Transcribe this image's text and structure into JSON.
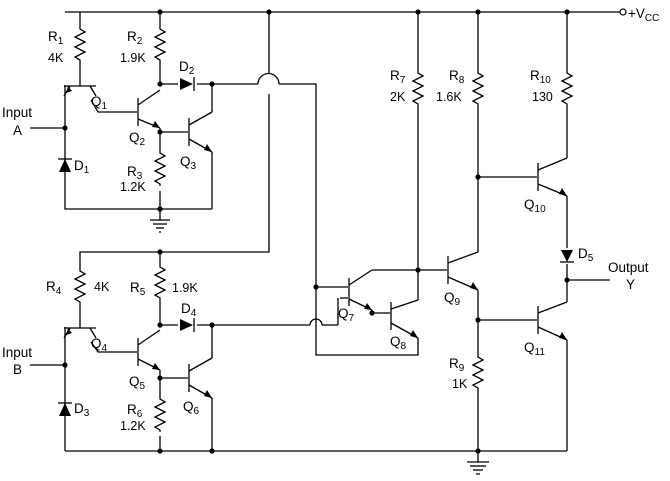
{
  "supply": {
    "label": "+V",
    "sub": "CC"
  },
  "inputs": {
    "a": {
      "line1": "Input",
      "line2": "A"
    },
    "b": {
      "line1": "Input",
      "line2": "B"
    }
  },
  "output": {
    "line1": "Output",
    "line2": "Y"
  },
  "resistors": {
    "r1": {
      "name": "R",
      "num": "1",
      "value": "4K"
    },
    "r2": {
      "name": "R",
      "num": "2",
      "value": "1.9K"
    },
    "r3": {
      "name": "R",
      "num": "3",
      "value": "1.2K"
    },
    "r4": {
      "name": "R",
      "num": "4",
      "value": "4K"
    },
    "r5": {
      "name": "R",
      "num": "5",
      "value": "1.9K"
    },
    "r6": {
      "name": "R",
      "num": "6",
      "value": "1.2K"
    },
    "r7": {
      "name": "R",
      "num": "7",
      "value": "2K"
    },
    "r8": {
      "name": "R",
      "num": "8",
      "value": "1.6K"
    },
    "r9": {
      "name": "R",
      "num": "9",
      "value": "1K"
    },
    "r10": {
      "name": "R",
      "num": "10",
      "value": "130"
    }
  },
  "transistors": {
    "q1": {
      "name": "Q",
      "num": "1"
    },
    "q2": {
      "name": "Q",
      "num": "2"
    },
    "q3": {
      "name": "Q",
      "num": "3"
    },
    "q4": {
      "name": "Q",
      "num": "4"
    },
    "q5": {
      "name": "Q",
      "num": "5"
    },
    "q6": {
      "name": "Q",
      "num": "6"
    },
    "q7": {
      "name": "Q",
      "num": "7"
    },
    "q8": {
      "name": "Q",
      "num": "8"
    },
    "q9": {
      "name": "Q",
      "num": "9"
    },
    "q10": {
      "name": "Q",
      "num": "10"
    },
    "q11": {
      "name": "Q",
      "num": "11"
    }
  },
  "diodes": {
    "d1": {
      "name": "D",
      "num": "1"
    },
    "d2": {
      "name": "D",
      "num": "2"
    },
    "d3": {
      "name": "D",
      "num": "3"
    },
    "d4": {
      "name": "D",
      "num": "4"
    },
    "d5": {
      "name": "D",
      "num": "5"
    }
  }
}
